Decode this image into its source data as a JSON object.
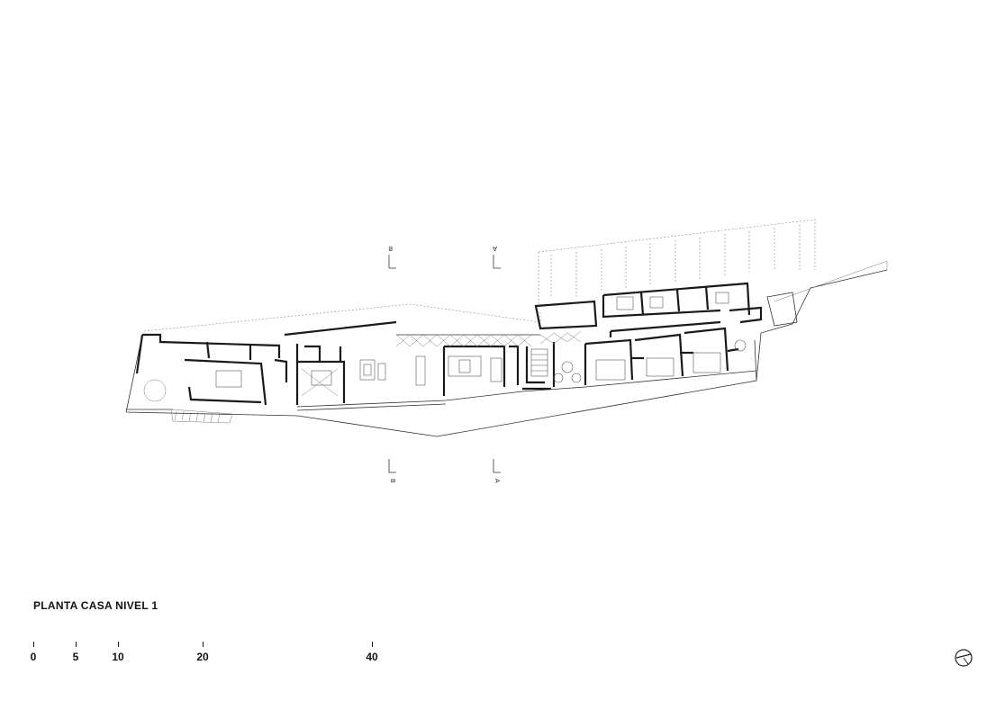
{
  "title": "PLANTA CASA NIVEL 1",
  "scale_bar": {
    "labels": [
      "0",
      "5",
      "10",
      "20",
      "40"
    ]
  },
  "section_marks": {
    "top_left": "B",
    "top_right": "A",
    "bottom_left": "B",
    "bottom_right": "A"
  },
  "north_arrow": "north-arrow-icon"
}
